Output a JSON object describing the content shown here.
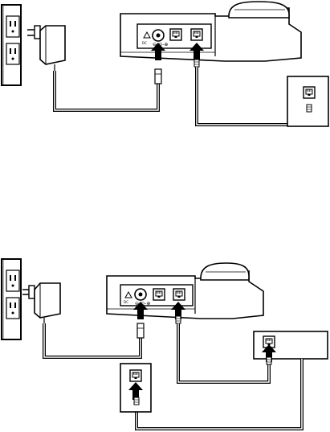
{
  "figures": [
    {
      "name": "standard-wall-jack-setup",
      "power_label": "DC",
      "power_symbol": "⊖-⊙-⊕"
    },
    {
      "name": "second-jack-setup",
      "power_label": "DC",
      "power_symbol": "⊖-⊙-⊕"
    }
  ]
}
